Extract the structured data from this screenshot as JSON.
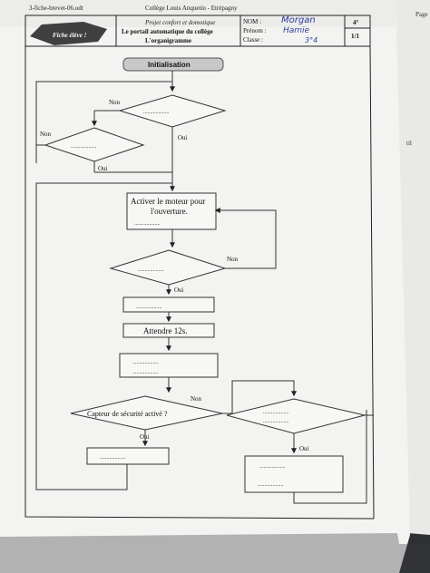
{
  "doc": {
    "filename": "3-fiche-brevet-06.odt",
    "school": "Collège Louis Anquetin - Etrépagny",
    "badge": "Fiche élève !",
    "project": "Projet confort et domotique",
    "title_line1": "Le portail automatique du collège",
    "title_line2": "L'organigramme",
    "nom_label": "NOM :",
    "nom_value": "Morgan",
    "prenom_label": "Prénom :",
    "prenom_value": "Hamie",
    "classe_label": "Classe :",
    "classe_value": "3°4",
    "grade": "4°",
    "page": "1/1",
    "side_text_1": "Page",
    "side_text_2": "til"
  },
  "flow": {
    "init": "Initialisation",
    "dots": "...................",
    "dots_long": "............................",
    "activer_line1": "Activer le moteur pour",
    "activer_line2": "l'ouverture.",
    "attendre": "Attendre 12s.",
    "capteur": "Capteur de sécurité activé ?",
    "non": "Non",
    "oui": "Oui"
  }
}
